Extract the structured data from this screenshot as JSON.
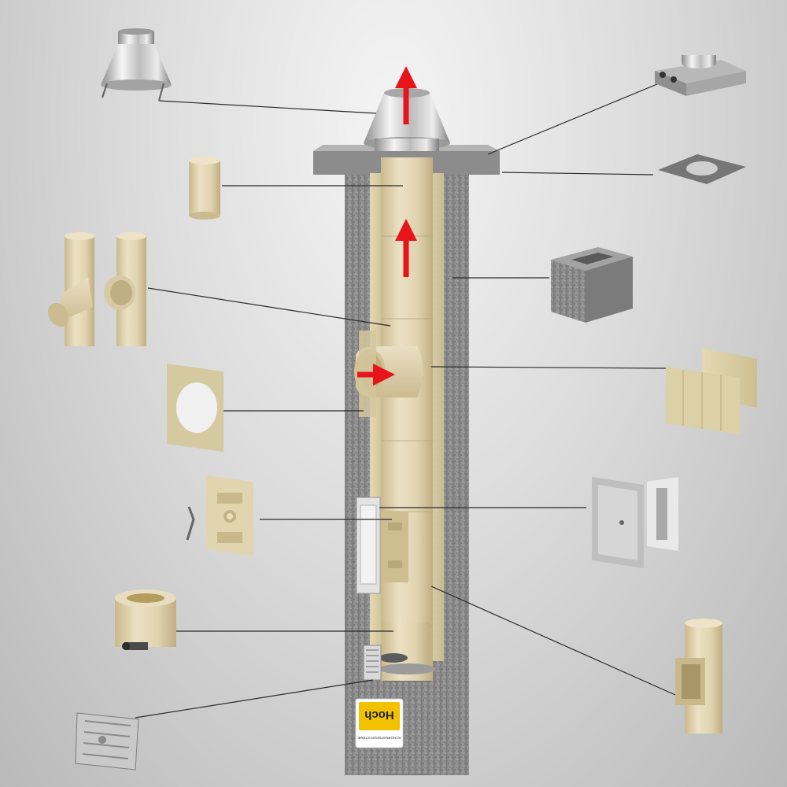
{
  "logo": {
    "brand": "Hoch",
    "subtitle": "SCHORNSTEINSYSTEME"
  },
  "colors": {
    "background": "#d6d6d6",
    "concrete": "#8e8e8e",
    "ceramic": "#dcceaa",
    "insulation": "#d8cb9d",
    "steel": "#c9c9c9",
    "flow_arrow": "#e8141b",
    "leader_line": "#2a2a2a",
    "logo_yellow": "#f2c200"
  },
  "components": [
    {
      "name": "rain-cap",
      "description": "stainless steel rain cap"
    },
    {
      "name": "top-mounting-plate",
      "description": "stainless top plate with clamp"
    },
    {
      "name": "cover-plate",
      "description": "concrete cover plate"
    },
    {
      "name": "ceramic-pipe",
      "description": "ceramic flue pipe"
    },
    {
      "name": "concrete-block",
      "description": "lightweight concrete block"
    },
    {
      "name": "tee-pipes",
      "description": "ceramic tee connectors"
    },
    {
      "name": "insulation-panels",
      "description": "mineral wool insulation"
    },
    {
      "name": "connector-plate",
      "description": "connection plate"
    },
    {
      "name": "inspection-door",
      "description": "steel cleanout door"
    },
    {
      "name": "inspection-insert",
      "description": "ceramic inspection insert"
    },
    {
      "name": "condensate-base",
      "description": "condensate collector base"
    },
    {
      "name": "cleanout-pipe",
      "description": "cleanout pipe segment"
    },
    {
      "name": "ventilation-grille",
      "description": "ventilation grille"
    }
  ]
}
